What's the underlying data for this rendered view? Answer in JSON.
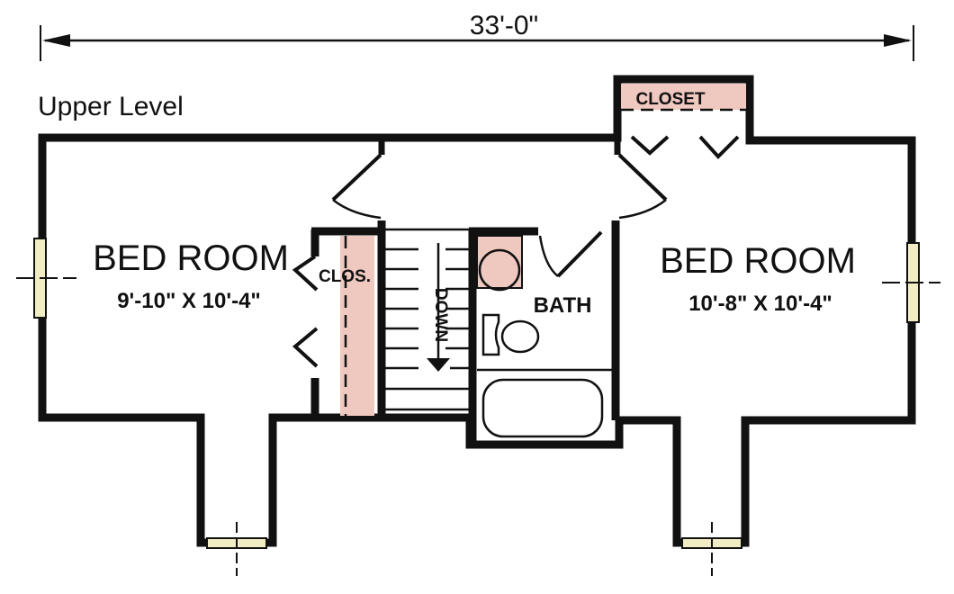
{
  "dimension": {
    "overall_width": "33'-0\""
  },
  "title": "Upper Level",
  "rooms": [
    {
      "name": "BED ROOM",
      "size": "9'-10\" X 10'-4\""
    },
    {
      "name": "BED ROOM",
      "size": "10'-8\" X 10'-4\""
    }
  ],
  "labels": {
    "closet_small": "CLOS.",
    "bath": "BATH",
    "stairs": "DOWN",
    "closet_top": "CLOSET"
  },
  "colors": {
    "floor": "#f2ecc4",
    "closet": "#efc8c0",
    "line": "#111111"
  }
}
